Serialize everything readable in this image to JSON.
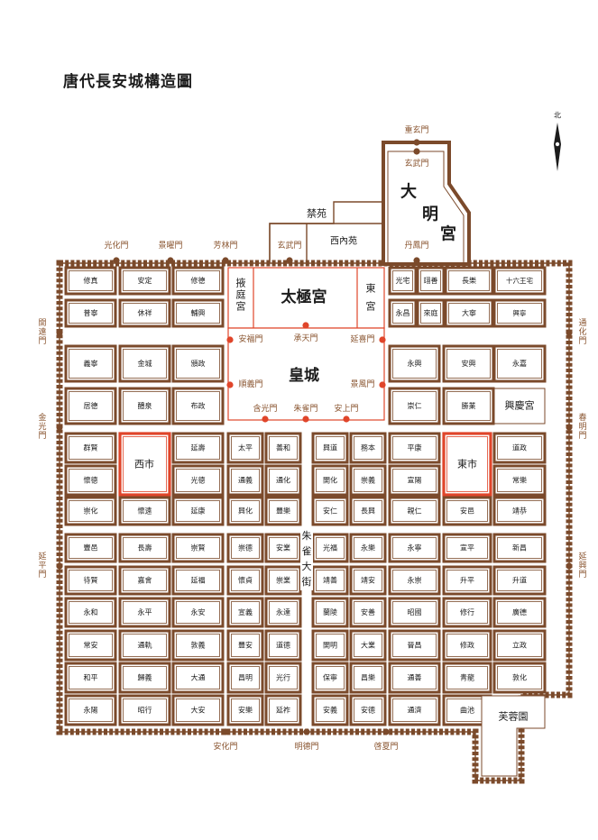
{
  "title": "唐代長安城構造圖",
  "north": "北",
  "colors": {
    "wall": "#7b4a2b",
    "text_brown": "#8a5530",
    "red": "#e0452a",
    "dark": "#1c1c1c"
  },
  "gates": {
    "north_wall": [
      "光化門",
      "景曜門",
      "芳林門",
      "玄武門"
    ],
    "daming": {
      "zhongxuan": "重玄門",
      "xuanwu": "玄武門",
      "danfeng": "丹鳳門"
    },
    "east_wall": [
      "通化門",
      "春明門",
      "延興門"
    ],
    "west_wall": [
      "開遠門",
      "金光門",
      "延平門"
    ],
    "south_wall": [
      "安化門",
      "明德門",
      "啓夏門"
    ],
    "palace_city_south": "承天門",
    "imperial_city": {
      "anfu": "安福門",
      "yanxi": "延喜門",
      "shunyi": "順義門",
      "jingfeng": "景風門",
      "hanguang": "含光門",
      "zhuque": "朱雀門",
      "anshang": "安上門"
    }
  },
  "areas": {
    "jinyuan": "禁苑",
    "xineiyuan": "西內苑",
    "daminggong": [
      "大",
      "明",
      "宮"
    ],
    "yetinggong": "掖庭宮",
    "taijigong": "太極宮",
    "donggong": "東宮",
    "huangcheng": "皇城",
    "xishi": "西市",
    "dongshi": "東市",
    "xingqinggong": "興慶宮",
    "furongyuan": "芙蓉園",
    "zhuque_street": "朱雀大街"
  },
  "wards": {
    "west_top": [
      [
        "修真",
        "安定",
        "修德"
      ],
      [
        "普寧",
        "休祥",
        "輔興"
      ]
    ],
    "east_top": [
      [
        "光宅",
        "翊善",
        "長樂",
        "十六王宅"
      ],
      [
        "永昌",
        "來庭",
        "大寧",
        "興寧"
      ]
    ],
    "west_mid": [
      [
        "義寧",
        "金城",
        "頒政"
      ],
      [
        "居德",
        "醴泉",
        "布政"
      ]
    ],
    "east_mid": [
      [
        "永興",
        "安興",
        "永嘉"
      ],
      [
        "崇仁",
        "勝業"
      ]
    ],
    "far_west": [
      "群賢",
      "懷德",
      "崇化",
      "豐邑",
      "待賢",
      "永和",
      "常安",
      "和平",
      "永陽"
    ],
    "west_col": [
      "懷遠",
      "長壽",
      "嘉會",
      "永平",
      "通軌",
      "歸義",
      "昭行"
    ],
    "west_inner": [
      "延壽",
      "光德",
      "延康",
      "崇賢",
      "延福",
      "永安",
      "敦義",
      "大通",
      "大安"
    ],
    "central_left": [
      [
        "太平",
        "善和"
      ],
      [
        "通義",
        "通化"
      ],
      [
        "興化",
        "豐樂"
      ],
      [
        "崇德",
        "安業"
      ],
      [
        "懷貞",
        "崇業"
      ],
      [
        "宣義",
        "永達"
      ],
      [
        "豐安",
        "道德"
      ],
      [
        "昌明",
        "光行"
      ],
      [
        "安樂",
        "延祚"
      ]
    ],
    "central_right": [
      [
        "興道",
        "務本"
      ],
      [
        "開化",
        "崇義"
      ],
      [
        "安仁",
        "長興"
      ],
      [
        "光福",
        "永樂"
      ],
      [
        "靖善",
        "靖安"
      ],
      [
        "蘭陵",
        "安善"
      ],
      [
        "開明",
        "大業"
      ],
      [
        "保寧",
        "昌樂"
      ],
      [
        "安義",
        "安德"
      ]
    ],
    "east_inner": [
      "平康",
      "宣陽",
      "親仁",
      "永寧",
      "永崇",
      "昭國",
      "晉昌",
      "通善",
      "通濟"
    ],
    "east_col": [
      "安邑",
      "宣平",
      "升平",
      "修行",
      "修政",
      "青龍",
      "曲池"
    ],
    "far_east": [
      "道政",
      "常樂",
      "靖恭",
      "新昌",
      "升道",
      "廣德",
      "立政",
      "敦化"
    ]
  }
}
